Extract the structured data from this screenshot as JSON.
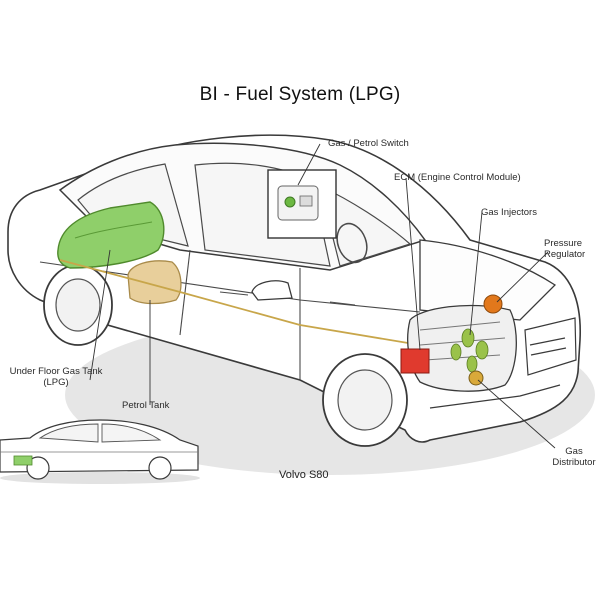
{
  "title": "BI - Fuel System (LPG)",
  "labels": {
    "switch": "Gas / Petrol Switch",
    "ecm": "ECM (Engine Control Module)",
    "injectors": "Gas Injectors",
    "regulator_1": "Pressure",
    "regulator_2": "Regulator",
    "tank_1": "Under Floor Gas Tank",
    "tank_2": "(LPG)",
    "petrol": "Petrol Tank",
    "distributor_1": "Gas",
    "distributor_2": "Distributor"
  },
  "model": "Volvo S80",
  "colors": {
    "gas_tank": "#8fcf6a",
    "petrol_tank": "#e8cf9b",
    "ecm_box": "#e03a2e",
    "regulator": "#e2781c",
    "injector": "#9ac24a",
    "shadow": "#dcdcdc",
    "line": "#3a3a3a"
  }
}
